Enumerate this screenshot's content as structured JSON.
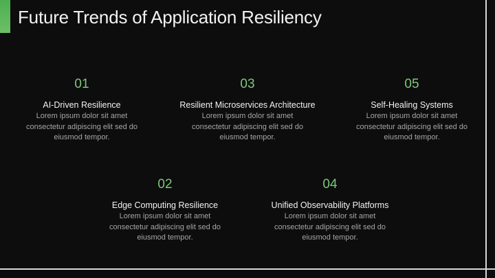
{
  "slide": {
    "title": "Future Trends of Application Resiliency",
    "colors": {
      "background": "#0d0d0d",
      "accent": "#5cb85c",
      "number": "#7ec87a",
      "heading": "#f2f2f2",
      "body": "#a6a6a6",
      "divider": "#d9d9d9"
    }
  },
  "items": [
    {
      "number": "01",
      "heading": "AI-Driven Resilience",
      "desc_line1": "Lorem ipsum dolor sit amet",
      "desc_line2": "consectetur adipiscing elit sed do",
      "desc_line3": "eiusmod tempor."
    },
    {
      "number": "02",
      "heading": "Edge Computing Resilience",
      "desc_line1": "Lorem ipsum dolor sit amet",
      "desc_line2": "consectetur adipiscing elit sed do",
      "desc_line3": "eiusmod tempor."
    },
    {
      "number": "03",
      "heading": "Resilient Microservices Architecture",
      "desc_line1": "Lorem ipsum dolor sit amet",
      "desc_line2": "consectetur adipiscing elit sed do",
      "desc_line3": "eiusmod tempor."
    },
    {
      "number": "04",
      "heading": "Unified Observability Platforms",
      "desc_line1": "Lorem ipsum dolor sit amet",
      "desc_line2": "consectetur adipiscing elit sed do",
      "desc_line3": "eiusmod tempor."
    },
    {
      "number": "05",
      "heading": "Self-Healing Systems",
      "desc_line1": "Lorem ipsum dolor sit amet",
      "desc_line2": "consectetur adipiscing elit sed do",
      "desc_line3": "eiusmod tempor."
    }
  ]
}
